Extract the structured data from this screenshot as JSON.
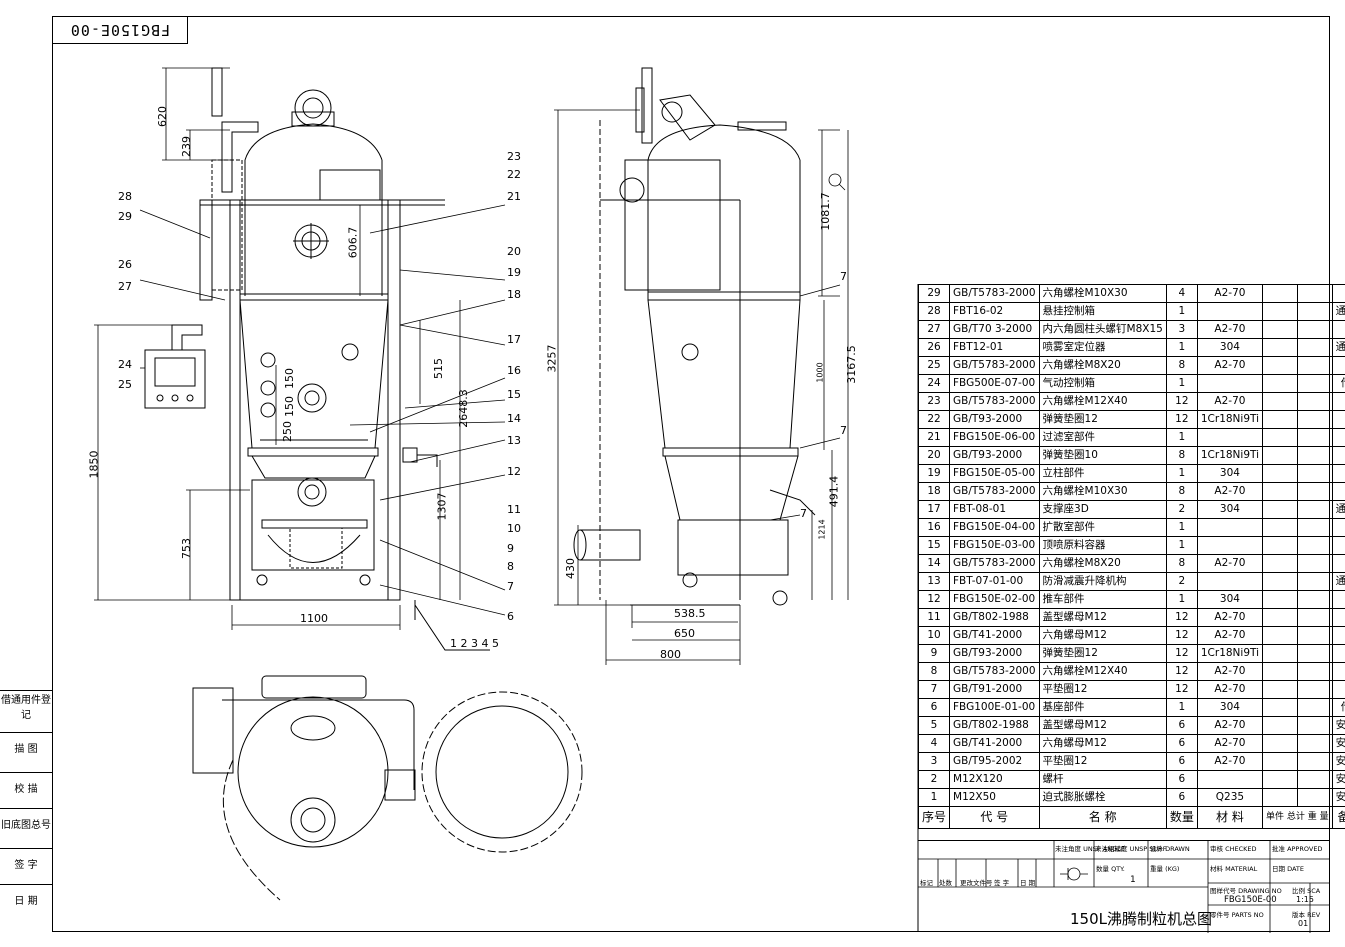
{
  "drawing_no_stamp": "FBG150E-00",
  "title": "150L沸腾制粒机总图",
  "dims": {
    "d620": "620",
    "d239": "239",
    "d1850": "1850",
    "d753": "753",
    "d1100": "1100",
    "d606": "606.7",
    "d515": "515",
    "d2648": "2648.3",
    "d1307": "1307",
    "d250": "250",
    "d150a": "150",
    "d150b": "150",
    "d3257": "3257",
    "d430": "430",
    "d1081": "1081.7",
    "d1000": "1000",
    "d3167": "3167.5",
    "d491": "491.4",
    "d538": "538.5",
    "d650": "650",
    "d800": "800",
    "d1214": "1214"
  },
  "balloons_front": [
    "23",
    "22",
    "21",
    "20",
    "19",
    "18",
    "17",
    "16",
    "15",
    "14",
    "13",
    "12",
    "11",
    "10",
    "9",
    "8",
    "7",
    "6"
  ],
  "balloons_left": [
    "28",
    "29",
    "26",
    "27",
    "24",
    "25"
  ],
  "balloon_bottom": "1 2 3 4 5",
  "balloon_side": [
    "7",
    "7",
    "7"
  ],
  "side_register": [
    "借通用件登记",
    "描 图",
    "校 描",
    "旧底图总号",
    "签 字",
    "日 期"
  ],
  "bom": {
    "rows": [
      [
        "29",
        "GB/T5783-2000",
        "六角螺栓M10X30",
        "4",
        "A2-70",
        ""
      ],
      [
        "28",
        "FBT16-02",
        "悬挂控制箱",
        "1",
        "",
        "通用件"
      ],
      [
        "27",
        "GB/T70 3-2000",
        "内六角圆柱头螺钉M8X15",
        "3",
        "A2-70",
        ""
      ],
      [
        "26",
        "FBT12-01",
        "喷雾室定位器",
        "1",
        "304",
        "通用件"
      ],
      [
        "25",
        "GB/T5783-2000",
        "六角螺栓M8X20",
        "8",
        "A2-70",
        ""
      ],
      [
        "24",
        "FBG500E-07-00",
        "气动控制箱",
        "1",
        "",
        "借用"
      ],
      [
        "23",
        "GB/T5783-2000",
        "六角螺栓M12X40",
        "12",
        "A2-70",
        ""
      ],
      [
        "22",
        "GB/T93-2000",
        "弹簧垫圈12",
        "12",
        "1Cr18Ni9Ti",
        ""
      ],
      [
        "21",
        "FBG150E-06-00",
        "过滤室部件",
        "1",
        "",
        ""
      ],
      [
        "20",
        "GB/T93-2000",
        "弹簧垫圈10",
        "8",
        "1Cr18Ni9Ti",
        ""
      ],
      [
        "19",
        "FBG150E-05-00",
        "立柱部件",
        "1",
        "304",
        ""
      ],
      [
        "18",
        "GB/T5783-2000",
        "六角螺栓M10X30",
        "8",
        "A2-70",
        ""
      ],
      [
        "17",
        "FBT-08-01",
        "支撑座3D",
        "2",
        "304",
        "通用件"
      ],
      [
        "16",
        "FBG150E-04-00",
        "扩散室部件",
        "1",
        "",
        ""
      ],
      [
        "15",
        "FBG150E-03-00",
        "顶喷原料容器",
        "1",
        "",
        ""
      ],
      [
        "14",
        "GB/T5783-2000",
        "六角螺栓M8X20",
        "8",
        "A2-70",
        ""
      ],
      [
        "13",
        "FBT-07-01-00",
        "防滑减震升降机构",
        "2",
        "",
        "通用件"
      ],
      [
        "12",
        "FBG150E-02-00",
        "推车部件",
        "1",
        "304",
        ""
      ],
      [
        "11",
        "GB/T802-1988",
        "盖型螺母M12",
        "12",
        "A2-70",
        ""
      ],
      [
        "10",
        "GB/T41-2000",
        "六角螺母M12",
        "12",
        "A2-70",
        ""
      ],
      [
        "9",
        "GB/T93-2000",
        "弹簧垫圈12",
        "12",
        "1Cr18Ni9Ti",
        ""
      ],
      [
        "8",
        "GB/T5783-2000",
        "六角螺栓M12X40",
        "12",
        "A2-70",
        ""
      ],
      [
        "7",
        "GB/T91-2000",
        "平垫圈12",
        "12",
        "A2-70",
        ""
      ],
      [
        "6",
        "FBG100E-01-00",
        "基座部件",
        "1",
        "304",
        "借用"
      ],
      [
        "5",
        "GB/T802-1988",
        "盖型螺母M12",
        "6",
        "A2-70",
        "安装用"
      ],
      [
        "4",
        "GB/T41-2000",
        "六角螺母M12",
        "6",
        "A2-70",
        "安装用"
      ],
      [
        "3",
        "GB/T95-2002",
        "平垫圈12",
        "6",
        "A2-70",
        "安装用"
      ],
      [
        "2",
        "M12X120",
        "螺杆",
        "6",
        "",
        "安装用"
      ],
      [
        "1",
        "M12X50",
        "迫式膨胀螺栓",
        "6",
        "Q235",
        "安装用"
      ]
    ],
    "header": [
      "序号",
      "代 号",
      "名 称",
      "数量",
      "材 料",
      "单件 总计 重 量",
      "备 注"
    ]
  },
  "title_block": {
    "unsp_angle": "未注角度 UNSP ANGLE",
    "unsp_surf": "未注粗糙度 UNSP SURF",
    "drawn": "设计 DRAWN",
    "checked": "审核 CHECKED",
    "approved": "批准 APPROVED",
    "qty_label": "数量 QTY.",
    "qty": "1",
    "weight_label": "重量 (KG)",
    "material": "材料 MATERIAL",
    "date": "日期 DATE",
    "revision_cols": [
      "标记",
      "处数",
      "更改文件号",
      "签 字",
      "日 期"
    ],
    "drawing_no_label": "图样代号 DRAWING NO",
    "drawing_no": "FBG150E-00",
    "scale_label": "比例 SCA",
    "scale": "1:15",
    "parts_no_label": "零件号 PARTS NO",
    "rev_label": "版本 REV",
    "rev": "01"
  }
}
